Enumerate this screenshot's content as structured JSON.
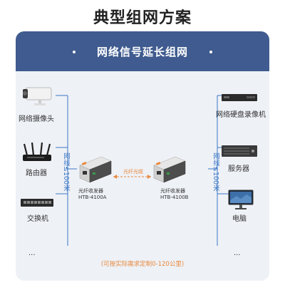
{
  "page_title": "典型组网方案",
  "banner_title": "网络信号延长组网",
  "left_devices": [
    {
      "label": "网络摄像头",
      "icon": "camera-icon"
    },
    {
      "label": "路由器",
      "icon": "router-icon"
    },
    {
      "label": "交换机",
      "icon": "switch-icon"
    },
    {
      "label": "...",
      "icon": ""
    }
  ],
  "right_devices": [
    {
      "label": "网络硬盘录像机",
      "icon": "nvr-icon"
    },
    {
      "label": "服务器",
      "icon": "server-icon"
    },
    {
      "label": "电脑",
      "icon": "computer-icon"
    },
    {
      "label": "...",
      "icon": ""
    }
  ],
  "cable_left": "网线≤100米",
  "cable_right": "网线≤100米",
  "fiber_label": "光纤光缆",
  "transceivers": [
    {
      "name": "光纤收发器",
      "model": "HTB-4100A"
    },
    {
      "name": "光纤收发器",
      "model": "HTB-4100B"
    }
  ],
  "footnote": "(可按实际需求定制0-120公里)",
  "colors": {
    "banner": "#3f5b8f",
    "card": "#eef1f6",
    "line": "#3c78c6",
    "fiber": "#e8883c"
  }
}
